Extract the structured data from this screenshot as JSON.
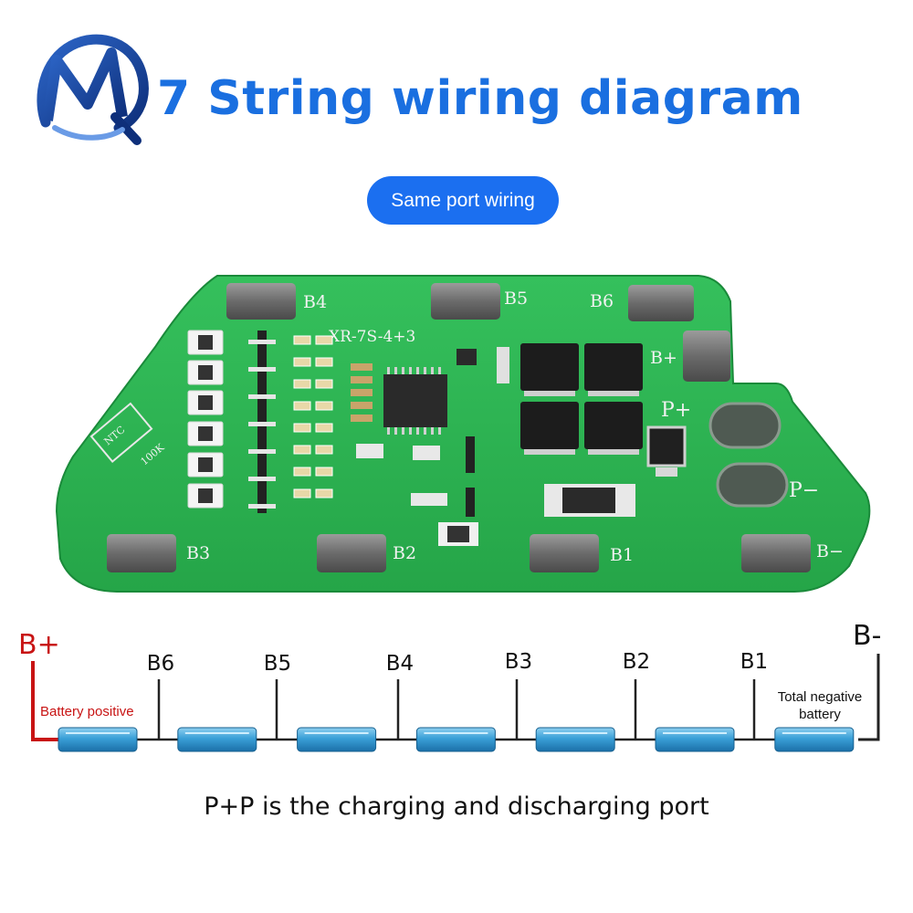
{
  "header": {
    "title": "7 String wiring diagram",
    "subtitle_button": "Same port wiring"
  },
  "board": {
    "model": "XR-7S-4+3",
    "ntc_label": "NTC",
    "ntc_value": "100K",
    "pad_labels": [
      "B4",
      "B5",
      "B6",
      "B+",
      "P+",
      "P−",
      "B3",
      "B2",
      "B1",
      "B−"
    ]
  },
  "wiring": {
    "positive_terminal": "B+",
    "negative_terminal": "B-",
    "taps": [
      "B6",
      "B5",
      "B4",
      "B3",
      "B2",
      "B1"
    ],
    "positive_note": "Battery positive",
    "negative_note_line1": "Total negative",
    "negative_note_line2": "battery",
    "cell_count": 7
  },
  "footer": {
    "caption": "P+P is the charging and discharging port"
  },
  "colors": {
    "title_blue": "#1a6fe0",
    "pill_blue": "#1b6ff0",
    "pcb_green": "#2fb552",
    "positive_red": "#c81414",
    "cell_blue": "#3aa0d8"
  }
}
